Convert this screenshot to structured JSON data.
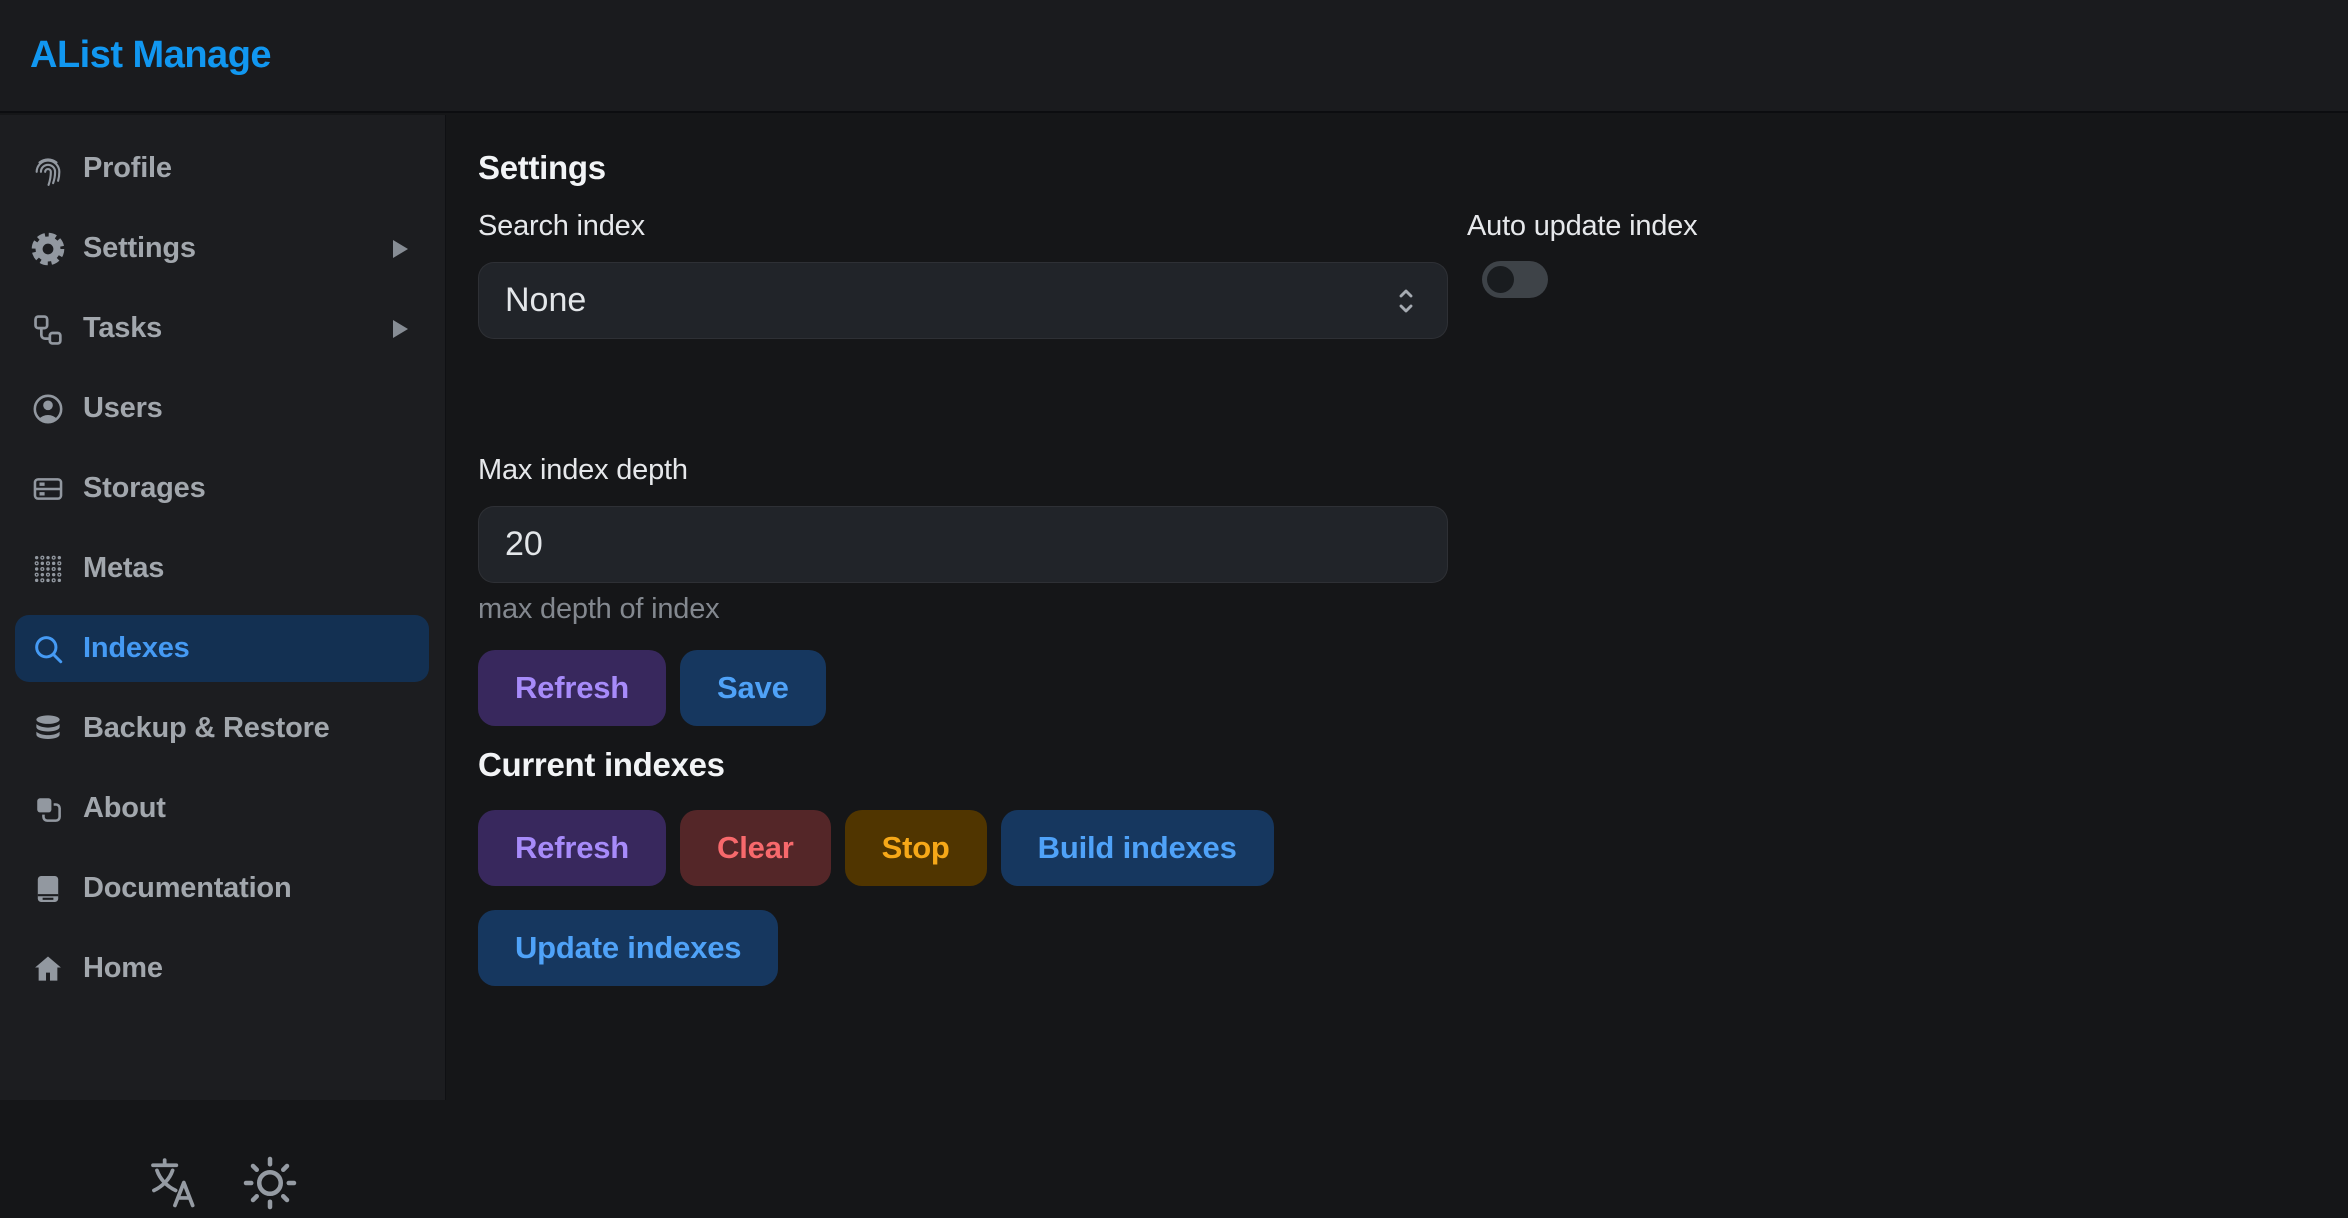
{
  "header": {
    "title": "AList Manage"
  },
  "sidebar": {
    "items": [
      {
        "label": "Profile",
        "icon": "fingerprint-icon",
        "active": false,
        "has_submenu": false
      },
      {
        "label": "Settings",
        "icon": "gear-icon",
        "active": false,
        "has_submenu": true
      },
      {
        "label": "Tasks",
        "icon": "tasks-flow-icon",
        "active": false,
        "has_submenu": true
      },
      {
        "label": "Users",
        "icon": "user-circle-icon",
        "active": false,
        "has_submenu": false
      },
      {
        "label": "Storages",
        "icon": "server-icon",
        "active": false,
        "has_submenu": false
      },
      {
        "label": "Metas",
        "icon": "dot-grid-icon",
        "active": false,
        "has_submenu": false
      },
      {
        "label": "Indexes",
        "icon": "magnifier-icon",
        "active": true,
        "has_submenu": false
      },
      {
        "label": "Backup & Restore",
        "icon": "database-icon",
        "active": false,
        "has_submenu": false
      },
      {
        "label": "About",
        "icon": "copy-icon",
        "active": false,
        "has_submenu": false
      },
      {
        "label": "Documentation",
        "icon": "book-icon",
        "active": false,
        "has_submenu": false
      },
      {
        "label": "Home",
        "icon": "home-icon",
        "active": false,
        "has_submenu": false
      }
    ],
    "footer_icons": [
      "translate-icon",
      "sun-icon"
    ]
  },
  "main": {
    "heading": "Settings",
    "fields": {
      "search_index": {
        "label": "Search index",
        "value": "None"
      },
      "auto_update_index": {
        "label": "Auto update index",
        "enabled": false
      },
      "max_index_depth": {
        "label": "Max index depth",
        "value": "20",
        "helper": "max depth of index"
      }
    },
    "actions": {
      "refresh": "Refresh",
      "save": "Save"
    },
    "current_indexes": {
      "heading": "Current indexes",
      "buttons": [
        "Refresh",
        "Clear",
        "Stop",
        "Build indexes",
        "Update indexes"
      ]
    }
  },
  "colors": {
    "brand_blue": "#1197f0",
    "accent_blue": "#459af4",
    "active_item_bg": "#133052",
    "header_bg": "#1a1b1e",
    "sidebar_bg": "#1c1d20",
    "main_bg": "#151618",
    "field_bg": "#212429",
    "button_purple_bg": "#38285d",
    "button_purple_text": "#a78bfa",
    "button_blue_bg": "#16375f",
    "button_blue_text": "#4fa2f8",
    "button_red_bg": "#542628",
    "button_red_text": "#f7696c",
    "button_amber_bg": "#503500",
    "button_amber_text": "#f6a818"
  }
}
